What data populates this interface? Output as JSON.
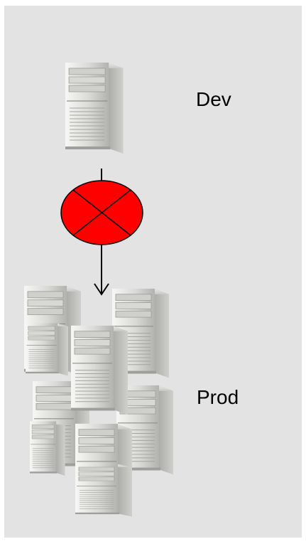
{
  "diagram": {
    "background_color": "#e3e3e3",
    "dev_label": "Dev",
    "prod_label": "Prod",
    "blocked_marker_color": "#ff0000",
    "blocked_marker_icon": "x-circle-icon",
    "server_icon": "server-tower-icon",
    "dev_server_count": 1,
    "prod_server_count": 9
  }
}
